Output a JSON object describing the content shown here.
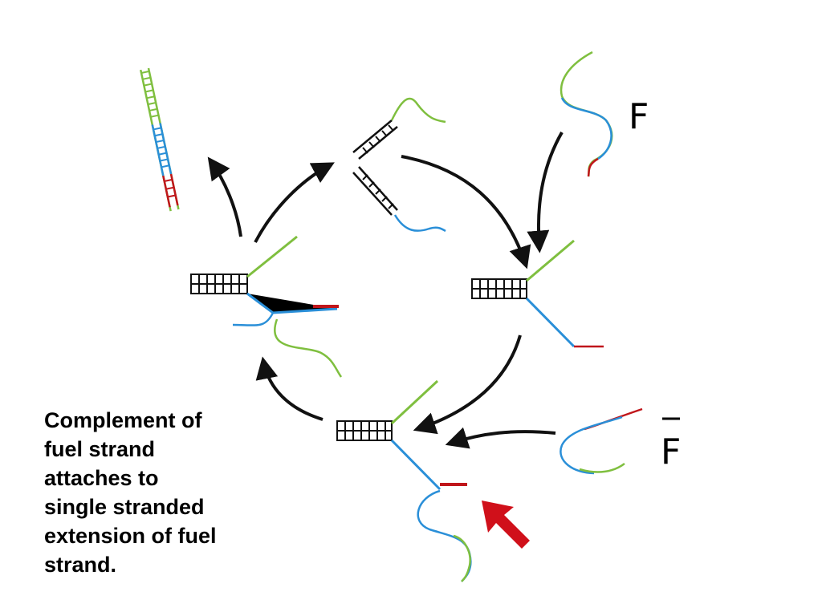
{
  "labels": {
    "fuel": "F",
    "complement": "F"
  },
  "caption": {
    "lines": [
      "Complement of",
      "fuel strand",
      "attaches to",
      "single stranded",
      "extension of fuel",
      "strand."
    ]
  },
  "colors": {
    "green": "#7fbf3f",
    "blue": "#2a8fd8",
    "red": "#c0161b",
    "black": "#111111",
    "highlight_arrow": "#d0101a"
  }
}
